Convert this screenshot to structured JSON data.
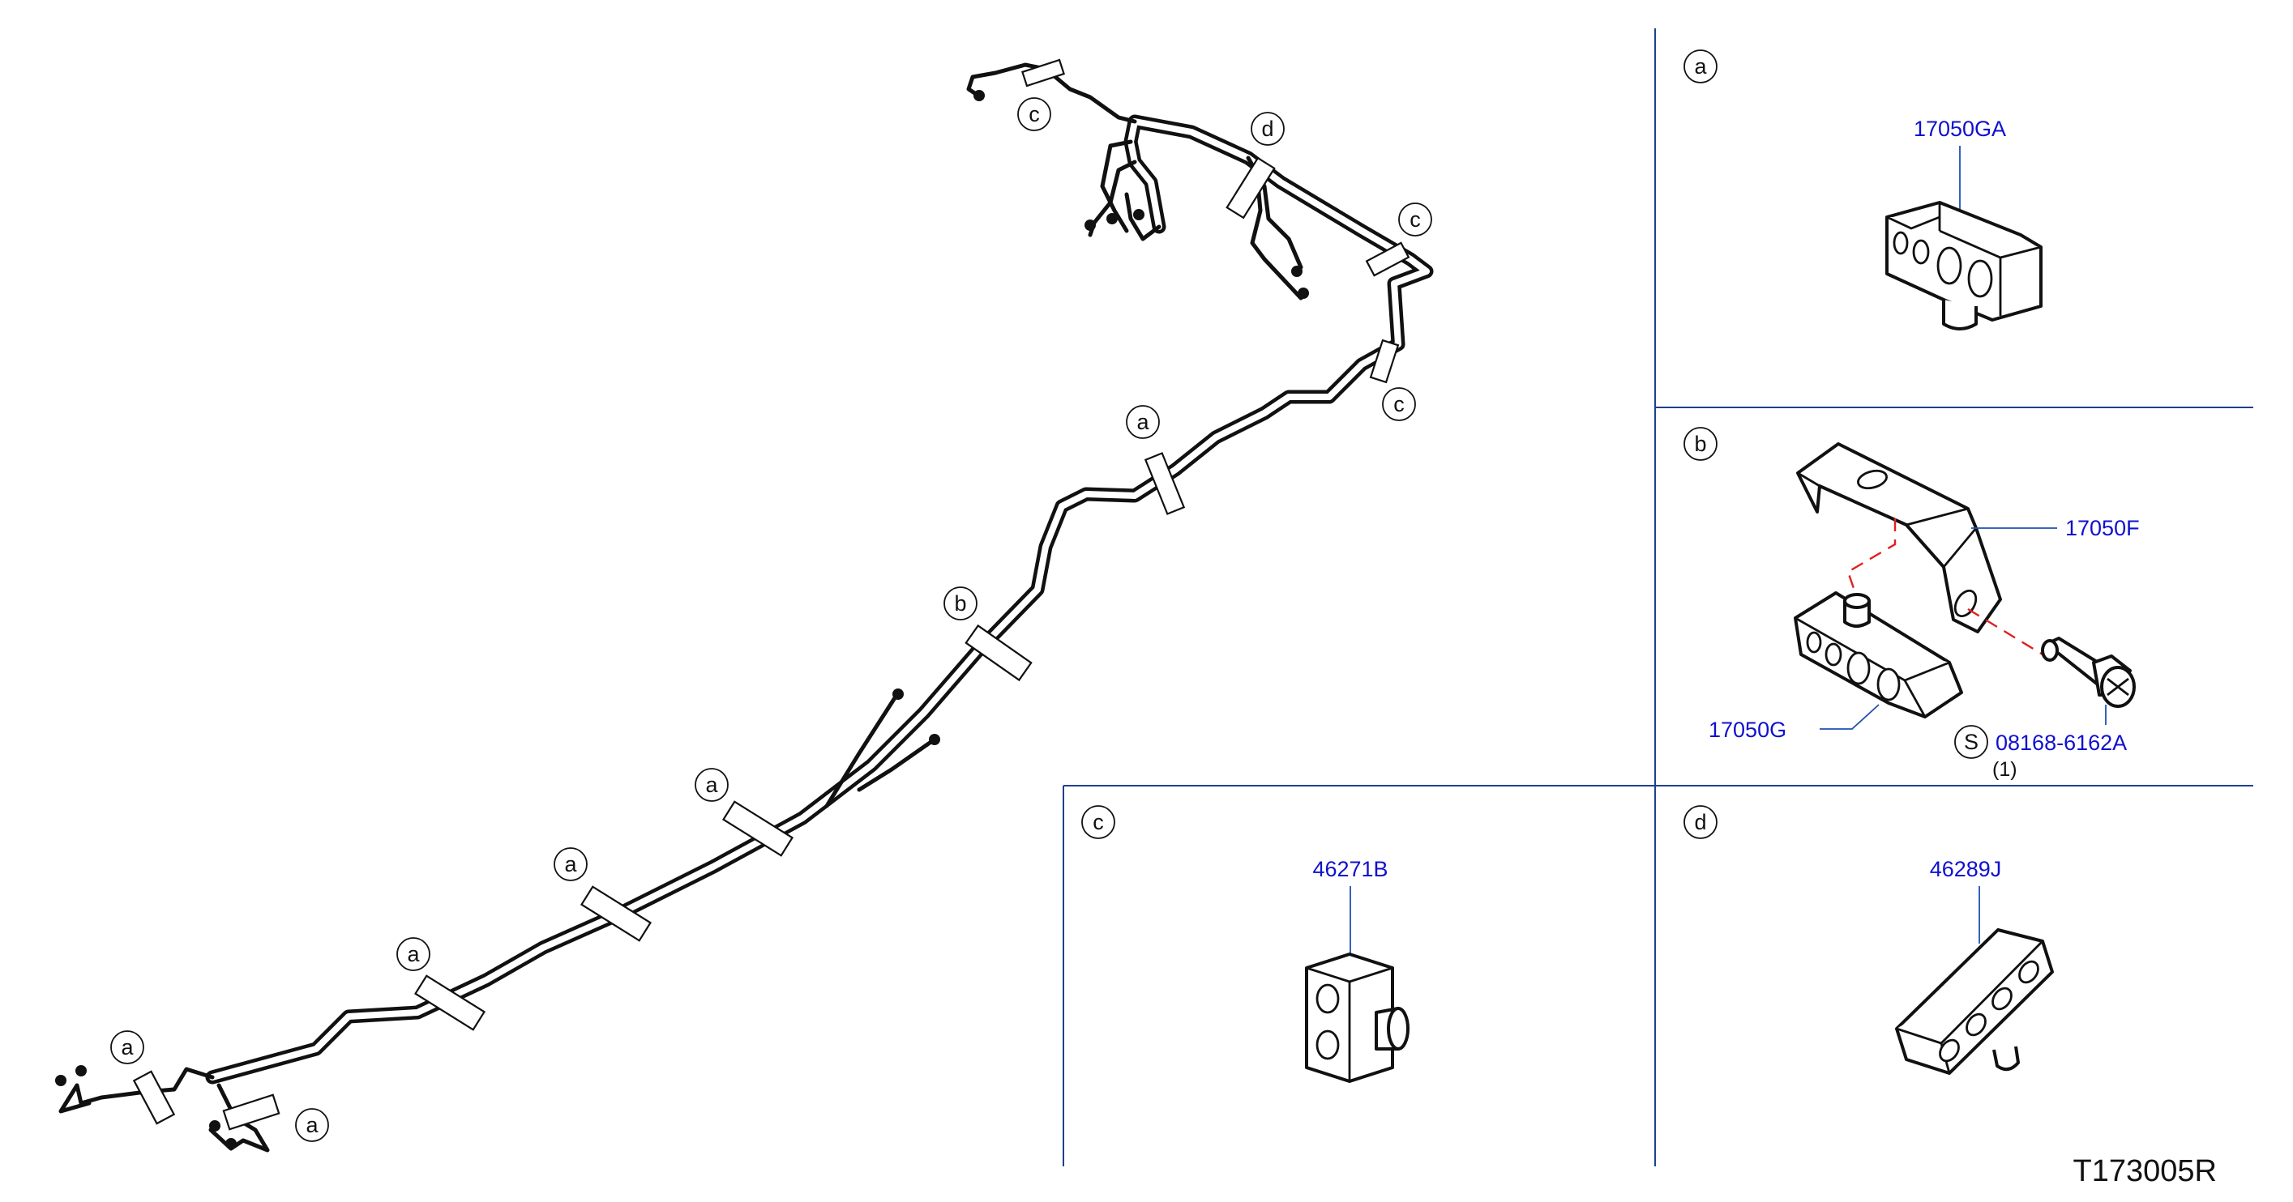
{
  "diagram_code": "T173005R",
  "overview_callouts": [
    {
      "letter": "c"
    },
    {
      "letter": "d"
    },
    {
      "letter": "c"
    },
    {
      "letter": "c"
    },
    {
      "letter": "a"
    },
    {
      "letter": "b"
    },
    {
      "letter": "a"
    },
    {
      "letter": "a"
    },
    {
      "letter": "a"
    },
    {
      "letter": "a"
    },
    {
      "letter": "a"
    }
  ],
  "panels": {
    "a": {
      "letter": "a",
      "part_number": "17050GA"
    },
    "b": {
      "letter": "b",
      "bracket_part": "17050F",
      "clip_part": "17050G",
      "bolt_marker": "S",
      "bolt_part": "08168-6162A",
      "bolt_qty": "(1)"
    },
    "c": {
      "letter": "c",
      "part_number": "46271B"
    },
    "d": {
      "letter": "d",
      "part_number": "46289J"
    }
  },
  "colors": {
    "part_number_text": "#1010d0",
    "divider_lines": "#1f3f8f",
    "leader_lines": "#2050b0",
    "assembly_dash": "#e02020"
  },
  "icons": {
    "callout_marker": "circled-letter",
    "service_marker": "circled-S"
  }
}
